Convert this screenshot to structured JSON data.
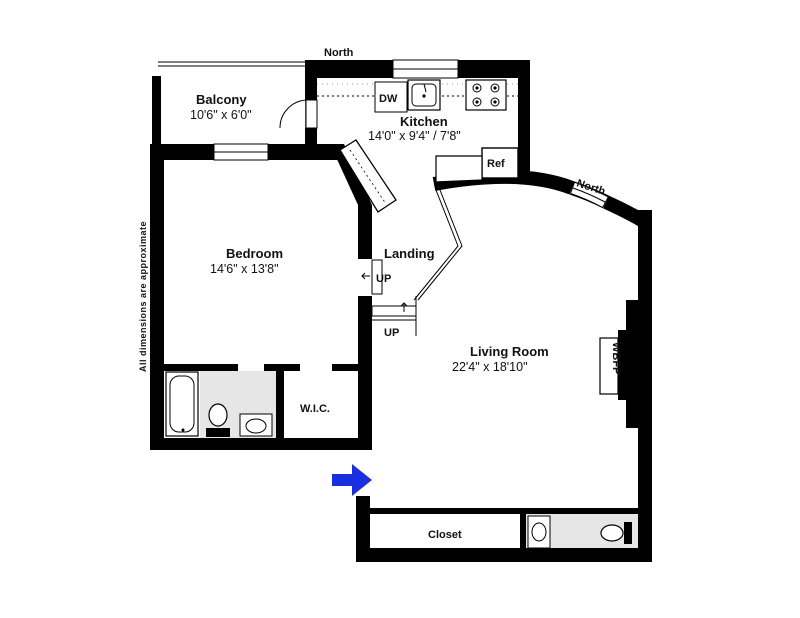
{
  "labels": {
    "north_top": "North",
    "north_right": "North",
    "side_note": "All dimensions are approximate",
    "dw": "DW",
    "ref": "Ref",
    "wbfp": "WBFP",
    "wic": "W.I.C.",
    "closet": "Closet",
    "landing": "Landing",
    "up_1": "UP",
    "up_2": "UP"
  },
  "rooms": {
    "balcony": {
      "name": "Balcony",
      "dims": "10'6\"  x  6'0\""
    },
    "kitchen": {
      "name": "Kitchen",
      "dims": "14'0\"  x  9'4\" / 7'8\""
    },
    "bedroom": {
      "name": "Bedroom",
      "dims": "14'6\"  x  13'8\""
    },
    "living": {
      "name": "Living Room",
      "dims": "22'4\"  x  18'10\""
    }
  },
  "colors": {
    "wall": "#000000",
    "fixture_fill": "#e6e6e6",
    "entry_arrow": "#1a2fe0"
  }
}
